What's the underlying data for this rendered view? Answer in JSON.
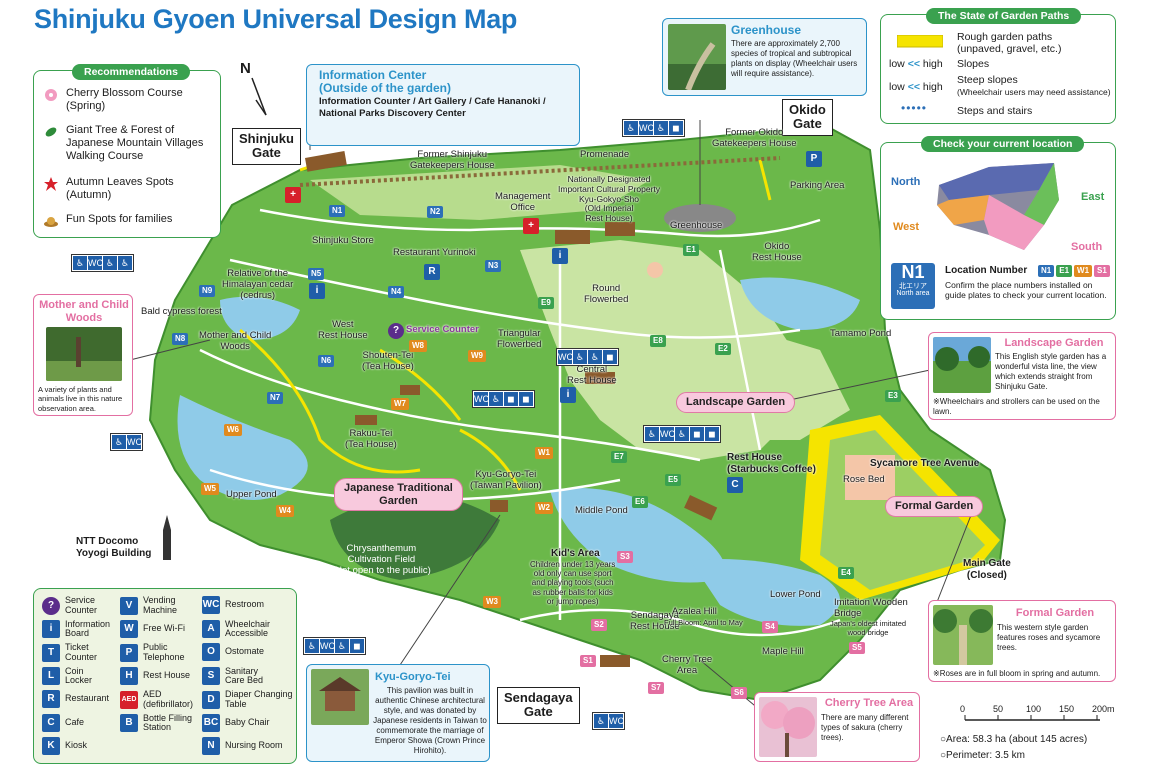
{
  "title": "Shinjuku Gyoen Universal Design Map",
  "colors": {
    "title_blue": "#1f78c2",
    "park_green": "#6bb84a",
    "lawn": "#c9e4a3",
    "water": "#8fcbe8",
    "path_yellow": "#f5e400",
    "pink": "#e36fa2",
    "legend_green": "#3aa14f"
  },
  "compass": {
    "north": "N"
  },
  "gates": {
    "shinjuku": "Shinjuku\nGate",
    "okido": "Okido\nGate",
    "sendagaya": "Sendagaya\nGate",
    "main": "Main Gate\n(Closed)"
  },
  "recommendations": {
    "heading": "Recommendations",
    "items": [
      {
        "icon": "cherry-blossom-icon",
        "label": "Cherry Blossom Course\n(Spring)"
      },
      {
        "icon": "leaf-icon",
        "label": "Giant Tree & Forest of\nJapanese Mountain Villages\nWalking Course"
      },
      {
        "icon": "maple-leaf-icon",
        "label": "Autumn Leaves Spots\n(Autumn)"
      },
      {
        "icon": "hat-icon",
        "label": "Fun Spots for families"
      }
    ]
  },
  "information_center": {
    "title": "Information Center\n(Outside of the garden)",
    "text": "Information Counter / Art Gallery / Cafe Hananoki /\nNational Parks Discovery Center"
  },
  "greenhouse": {
    "title": "Greenhouse",
    "text": "There are approximately 2,700 species of tropical and subtropical plants on display (Wheelchair users will require assistance)."
  },
  "garden_paths": {
    "heading": "The State of Garden Paths",
    "rows": [
      {
        "label": "Rough garden paths\n(unpaved, gravel, etc.)"
      },
      {
        "prefix": "low",
        "arrows": "<<",
        "suffix": "high",
        "label": "Slopes"
      },
      {
        "prefix": "low",
        "arrows": "<<",
        "suffix": "high",
        "label": "Steep slopes",
        "note": "(Wheelchair users may need assistance)"
      },
      {
        "dots": "•••••",
        "label": "Steps and stairs"
      }
    ]
  },
  "location": {
    "heading": "Check your current location",
    "areas": [
      "North",
      "East",
      "West",
      "South"
    ],
    "badge": "N1",
    "badge_sub": "北エリア\nNorth area",
    "number_title": "Location Number",
    "codes": [
      "N1",
      "E1",
      "W1",
      "S1"
    ],
    "text": "Confirm the place numbers installed on guide plates to check your current location."
  },
  "landscape_garden": {
    "title": "Landscape Garden",
    "text": "This English style garden has a wonderful vista line, the view which extends straight from Shinjuku Gate.",
    "note": "※Wheelchairs and strollers can be used on the lawn."
  },
  "formal_garden": {
    "title": "Formal Garden",
    "text": "This western style garden features roses and sycamore trees.",
    "note": "※Roses are in full bloom in spring and autumn."
  },
  "cherry_tree_area": {
    "title": "Cherry Tree Area",
    "text": "There are many different types of sakura (cherry trees)."
  },
  "kyu_goryo_tei": {
    "title": "Kyu-Goryo-Tei",
    "text": "This pavilion was built in authentic Chinese architectural style, and was donated by Japanese residents in Taiwan to commemorate the marriage of Emperor Showa (Crown Prince Hirohito)."
  },
  "mother_child_woods": {
    "title": "Mother and Child\nWoods",
    "text": "A variety of plants and animals live in this nature observation area."
  },
  "map_labels": {
    "former_shinjuku": "Former Shinjuku\nGatekeepers House",
    "shinjuku_store": "Shinjuku Store",
    "promenade": "Promenade",
    "former_okido": "Former Okido\nGatekeepers House",
    "parking": "Parking Area",
    "management": "Management\nOffice",
    "kyu_gokyo": "Nationally Designated\nImportant Cultural Property\nKyu-Gokyo-Sho\n(Old Imperial\nRest House)",
    "greenhouse_map": "Greenhouse",
    "okido_rest": "Okido\nRest House",
    "restaurant_yurinoki": "Restaurant Yurinoki",
    "himalayan": "Relative of the\nHimalayan cedar\n(cedrus)",
    "bald_cypress": "Bald cypress forest",
    "mother_child_map": "Mother and Child\nWoods",
    "west_rest": "West\nRest House",
    "service_counter": "Service Counter",
    "round_flowerbed": "Round\nFlowerbed",
    "triangular": "Triangular\nFlowerbed",
    "central_rest": "Central\nRest House",
    "tamamo": "Tamamo Pond",
    "shouten_tei": "Shouten-Tei\n(Tea House)",
    "rakuu_tei": "Rakuu-Tei\n(Tea House)",
    "upper_pond": "Upper Pond",
    "kyu_goryo_map": "Kyu-Goryo-Tei\n(Taiwan Pavilion)",
    "rest_starbucks": "Rest House\n(Starbucks Coffee)",
    "sycamore": "Sycamore Tree Avenue",
    "rose_bed": "Rose Bed",
    "middle_pond": "Middle Pond",
    "ntt": "NTT Docomo\nYoyogi Building",
    "chrysanthemum": "Chrysanthemum\nCultivation Field\n(Not open to the public)",
    "kids_area": "Kid's Area",
    "kids_text": "Children under 13 years\nold only can use sport\nand playing tools (such\nas rubber balls for kids\nor jump ropes)",
    "sendagaya_rest": "Sendagaya\nRest House",
    "azalea": "Azalea Hill",
    "azalea_bloom": "Full Bloom: April to May",
    "lower_pond": "Lower Pond",
    "imitation_bridge": "Imitation Wooden\nBridge",
    "bridge_note": "Japan's oldest imitated\nwood bridge",
    "maple_hill": "Maple Hill",
    "cherry_area_map": "Cherry Tree\nArea",
    "japanese_garden": "Japanese Traditional\nGarden",
    "landscape_pill": "Landscape Garden",
    "formal_pill": "Formal Garden"
  },
  "location_codes": [
    "N1",
    "N2",
    "N3",
    "N4",
    "N5",
    "N6",
    "N7",
    "N8",
    "N9",
    "E1",
    "E2",
    "E3",
    "E4",
    "E5",
    "E6",
    "E7",
    "E8",
    "E9",
    "W1",
    "W2",
    "W3",
    "W4",
    "W5",
    "W6",
    "W7",
    "W8",
    "W9",
    "S1",
    "S2",
    "S3",
    "S4",
    "S5",
    "S6",
    "S7"
  ],
  "legend": {
    "col1": [
      {
        "icon": "?",
        "label": "Service\nCounter"
      },
      {
        "icon": "i",
        "label": "Information\nBoard"
      },
      {
        "icon": "T",
        "label": "Ticket\nCounter"
      },
      {
        "icon": "L",
        "label": "Coin\nLocker"
      },
      {
        "icon": "R",
        "label": "Restaurant"
      },
      {
        "icon": "C",
        "label": "Cafe"
      },
      {
        "icon": "K",
        "label": "Kiosk"
      }
    ],
    "col2": [
      {
        "icon": "V",
        "label": "Vending\nMachine"
      },
      {
        "icon": "W",
        "label": "Free Wi-Fi"
      },
      {
        "icon": "P",
        "label": "Public\nTelephone"
      },
      {
        "icon": "H",
        "label": "Rest House"
      },
      {
        "icon": "AED",
        "label": "AED\n(defibrillator)"
      },
      {
        "icon": "B",
        "label": "Bottle Filling\nStation"
      }
    ],
    "col3": [
      {
        "icon": "WC",
        "label": "Restroom"
      },
      {
        "icon": "A",
        "label": "Wheelchair\nAccessible"
      },
      {
        "icon": "O",
        "label": "Ostomate"
      },
      {
        "icon": "S",
        "label": "Sanitary\nCare Bed"
      },
      {
        "icon": "D",
        "label": "Diaper Changing\nTable"
      },
      {
        "icon": "BC",
        "label": "Baby Chair"
      },
      {
        "icon": "N",
        "label": "Nursing Room"
      }
    ]
  },
  "scale": {
    "ticks": [
      "0",
      "50",
      "100",
      "150",
      "200m"
    ]
  },
  "stats": {
    "area": "○Area: 58.3 ha (about 145 acres)",
    "perimeter": "○Perimeter: 3.5 km"
  },
  "wc": "W.C."
}
